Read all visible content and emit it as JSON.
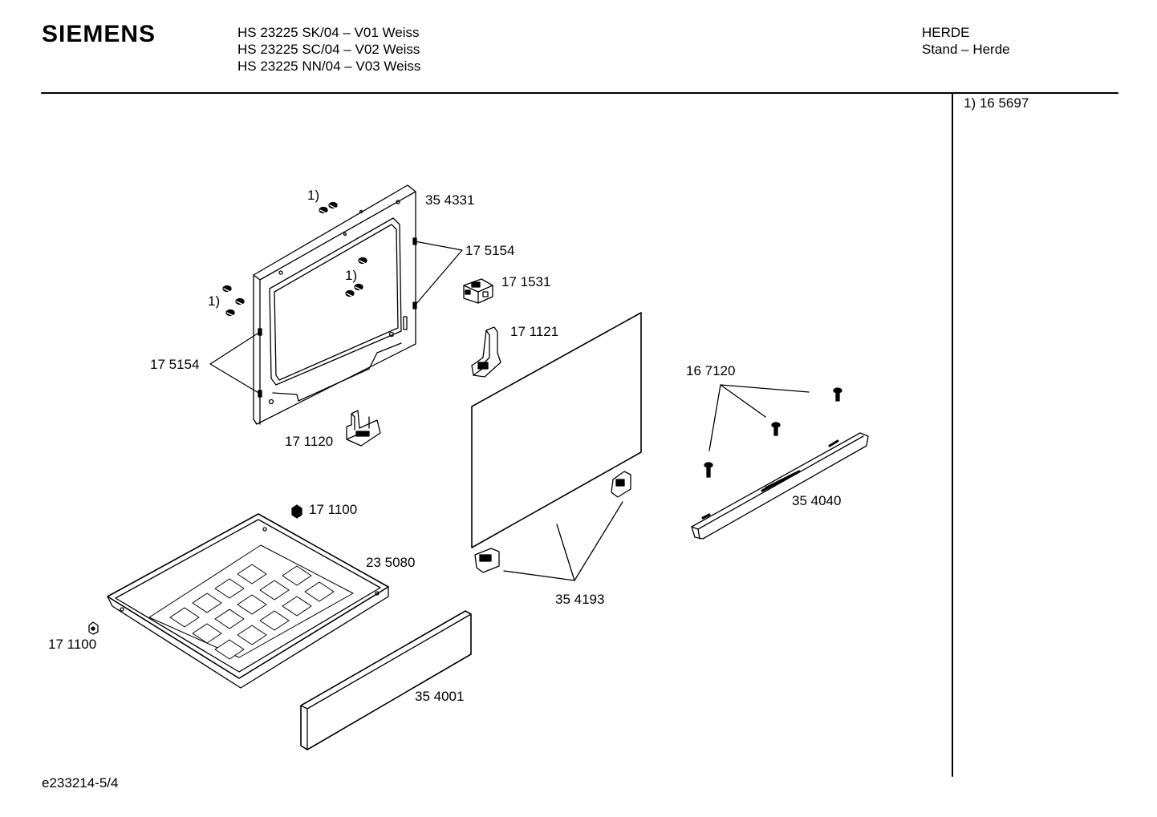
{
  "header": {
    "brand": "SIEMENS",
    "models": [
      "HS 23225 SK/04 – V01 Weiss",
      "HS 23225 SC/04 – V02 Weiss",
      "HS 23225 NN/04 – V03 Weiss"
    ],
    "category": "HERDE",
    "subcategory": "Stand – Herde"
  },
  "legend": {
    "footnote": "1) 16 5697"
  },
  "footer": {
    "document_id": "e233214-5/4"
  },
  "part_labels": {
    "p354331": "35 4331",
    "p175154_right": "17 5154",
    "p171531": "17 1531",
    "p171121": "17 1121",
    "p175154_left": "17 5154",
    "p171120": "17 1120",
    "p167120": "16 7120",
    "p354040": "35 4040",
    "p171100_top": "17 1100",
    "p235080": "23 5080",
    "p354193": "35 4193",
    "p171100_left": "17 1100",
    "p354001": "35 4001",
    "ref1_top": "1)",
    "ref1_mid": "1)",
    "ref1_left": "1)"
  }
}
